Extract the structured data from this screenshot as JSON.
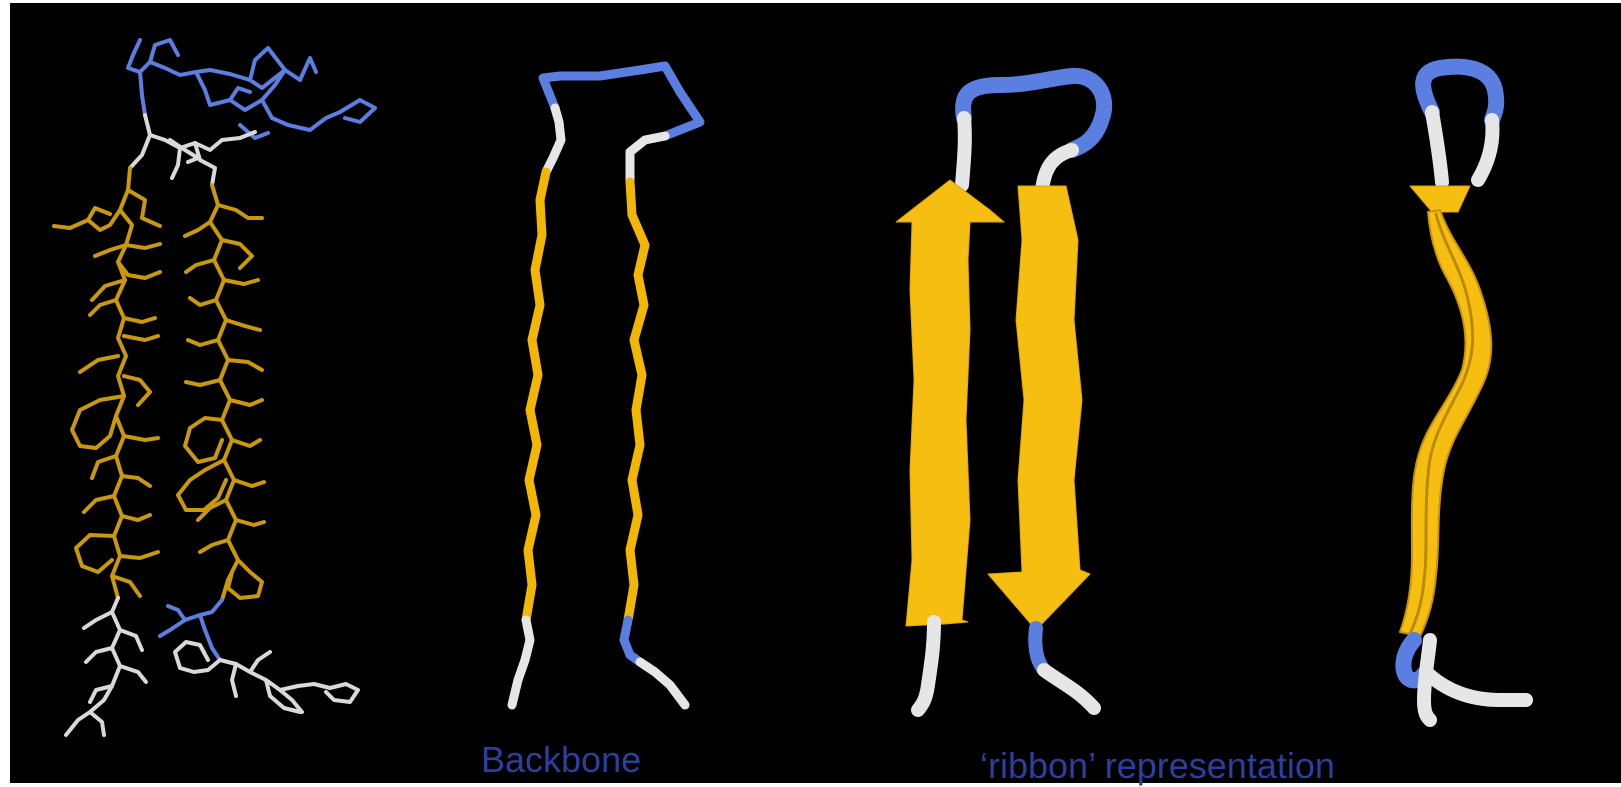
{
  "captions": {
    "backbone": "Backbone",
    "ribbon": "‘ribbon’ representation"
  },
  "colors": {
    "background": "#000000",
    "frame": "#ffffff",
    "strand": "#f2b705",
    "strand_dark": "#b8900a",
    "turn": "#5b7fe0",
    "coil": "#e6e6e6",
    "caption": "#2b3f9e"
  },
  "panels": [
    "stick-model",
    "backbone-tube",
    "ribbon-front",
    "ribbon-side"
  ]
}
